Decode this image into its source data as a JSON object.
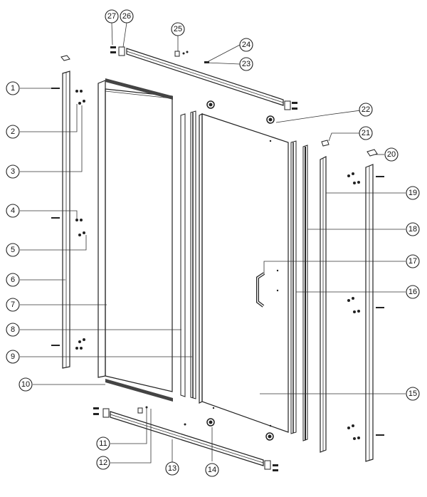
{
  "figure": {
    "callouts": [
      {
        "label": "1"
      },
      {
        "label": "2"
      },
      {
        "label": "3"
      },
      {
        "label": "4"
      },
      {
        "label": "5"
      },
      {
        "label": "6"
      },
      {
        "label": "7"
      },
      {
        "label": "8"
      },
      {
        "label": "9"
      },
      {
        "label": "10"
      },
      {
        "label": "11"
      },
      {
        "label": "12"
      },
      {
        "label": "13"
      },
      {
        "label": "14"
      },
      {
        "label": "15"
      },
      {
        "label": "16"
      },
      {
        "label": "17"
      },
      {
        "label": "18"
      },
      {
        "label": "19"
      },
      {
        "label": "20"
      },
      {
        "label": "21"
      },
      {
        "label": "22"
      },
      {
        "label": "23"
      },
      {
        "label": "24"
      },
      {
        "label": "25"
      },
      {
        "label": "26"
      },
      {
        "label": "27"
      }
    ]
  }
}
